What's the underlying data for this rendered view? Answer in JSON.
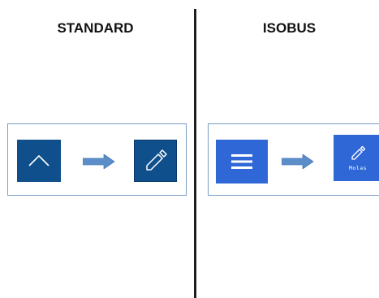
{
  "left_section": {
    "title": "STANDARD",
    "buttons": [
      {
        "icon": "chevron-up-icon",
        "color": "#0f4f8c"
      },
      {
        "icon": "tool-icon",
        "color": "#0f4f8c"
      }
    ]
  },
  "right_section": {
    "title": "ISOBUS",
    "buttons": [
      {
        "icon": "menu-icon",
        "color": "#2f68d6"
      },
      {
        "icon": "tool-icon",
        "color": "#2f68d6",
        "label": "Molas"
      }
    ]
  },
  "arrow_icon": "arrow-right-icon",
  "arrow_color": "#5b8ec9"
}
